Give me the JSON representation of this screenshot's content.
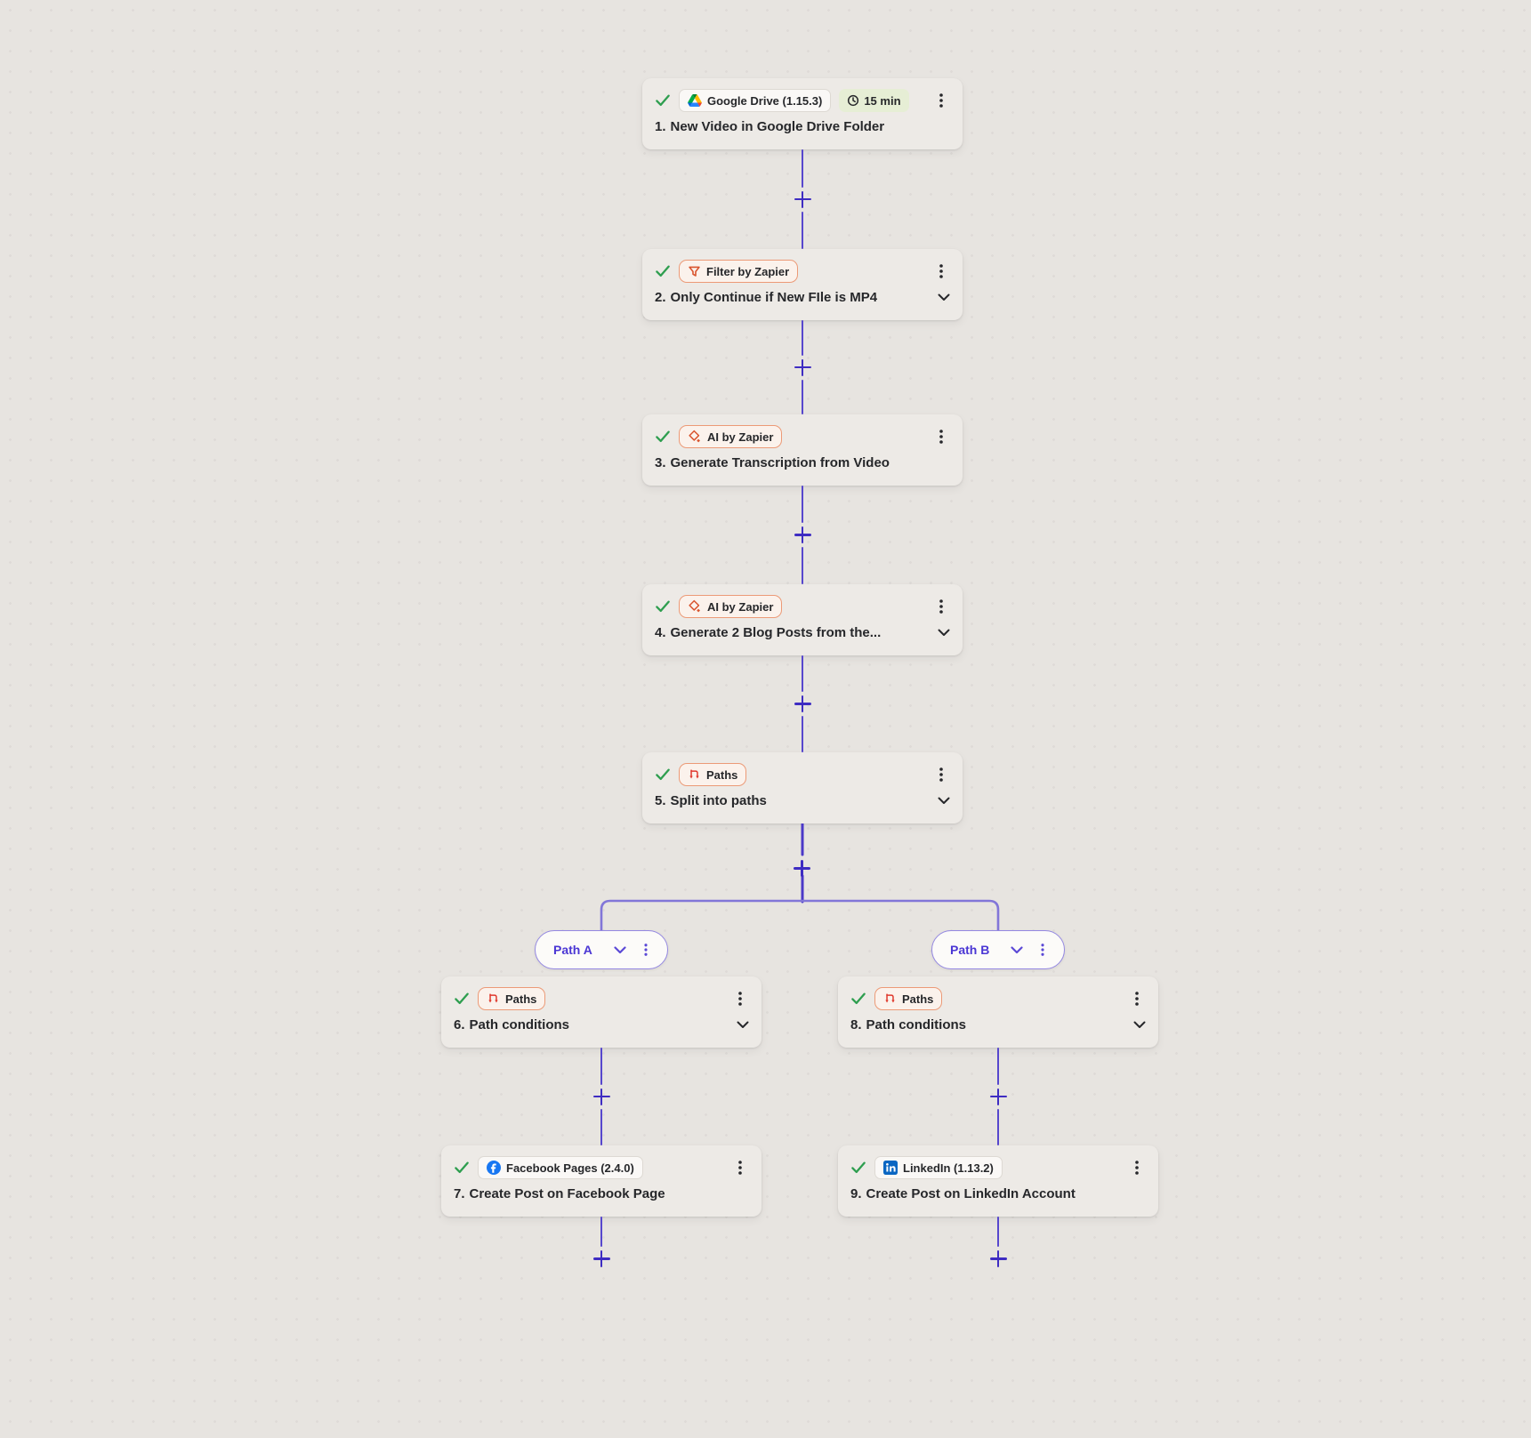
{
  "colors": {
    "canvas_bg": "#e7e4e0",
    "card_bg": "#edeae6",
    "connector_purple": "#4b39c8",
    "branch_purple": "#8276d8",
    "path_text_purple": "#4a36d4",
    "builtin_pill_border": "#ec9a77",
    "builtin_icon_red": "#d9542e",
    "check_green": "#2e9e4f",
    "badge_bg": "#e6eed5",
    "facebook_blue": "#1877f2",
    "linkedin_blue": "#0a66c2"
  },
  "steps": [
    {
      "number": "1.",
      "app": "Google Drive (1.15.3)",
      "app_icon": "google-drive-icon",
      "pill_style": "app",
      "badge": "15 min",
      "title": "New Video in Google Drive Folder",
      "has_chevron": false
    },
    {
      "number": "2.",
      "app": "Filter by Zapier",
      "app_icon": "filter-funnel-icon",
      "pill_style": "builtin",
      "title": "Only Continue if New FIle is MP4",
      "has_chevron": true
    },
    {
      "number": "3.",
      "app": "AI by Zapier",
      "app_icon": "ai-diamond-icon",
      "pill_style": "builtin",
      "title": "Generate Transcription from Video",
      "has_chevron": false
    },
    {
      "number": "4.",
      "app": "AI by Zapier",
      "app_icon": "ai-diamond-icon",
      "pill_style": "builtin",
      "title": "Generate 2 Blog Posts from the...",
      "has_chevron": true
    },
    {
      "number": "5.",
      "app": "Paths",
      "app_icon": "paths-split-icon",
      "pill_style": "builtin",
      "title": "Split into paths",
      "has_chevron": true
    },
    {
      "number": "6.",
      "app": "Paths",
      "app_icon": "paths-split-icon",
      "pill_style": "builtin",
      "title": "Path conditions",
      "has_chevron": true
    },
    {
      "number": "7.",
      "app": "Facebook Pages (2.4.0)",
      "app_icon": "facebook-icon",
      "pill_style": "app",
      "title": "Create Post on Facebook Page",
      "has_chevron": false
    },
    {
      "number": "8.",
      "app": "Paths",
      "app_icon": "paths-split-icon",
      "pill_style": "builtin",
      "title": "Path conditions",
      "has_chevron": true
    },
    {
      "number": "9.",
      "app": "LinkedIn (1.13.2)",
      "app_icon": "linkedin-icon",
      "pill_style": "app",
      "title": "Create Post on LinkedIn Account",
      "has_chevron": false
    }
  ],
  "branches": [
    {
      "label": "Path A"
    },
    {
      "label": "Path B"
    }
  ]
}
